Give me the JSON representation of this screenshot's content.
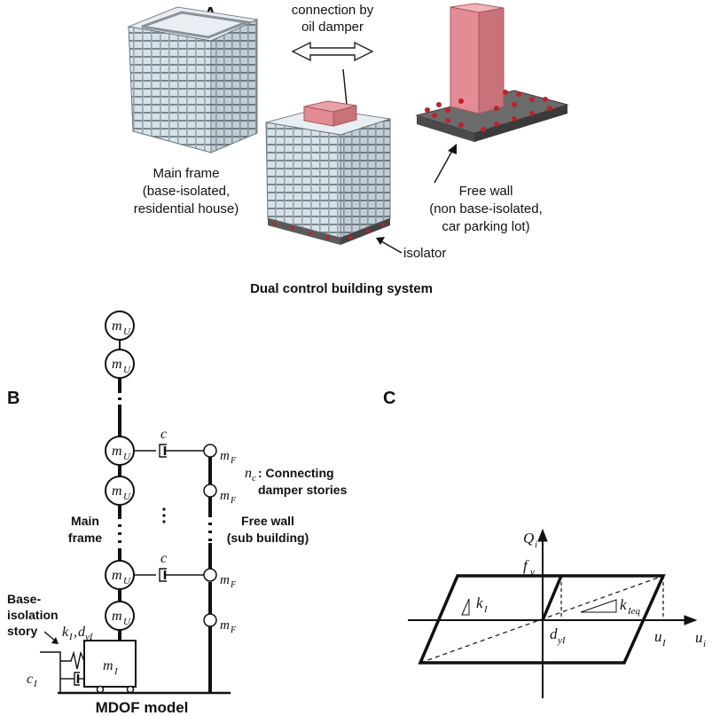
{
  "panels": {
    "a": "A",
    "b": "B",
    "c": "C"
  },
  "panel_a": {
    "connection_line1": "connection by",
    "connection_line2": "oil damper",
    "main_frame_line1": "Main frame",
    "main_frame_line2": "(base-isolated,",
    "main_frame_line3": "residential house)",
    "free_wall_line1": "Free wall",
    "free_wall_line2": "(non base-isolated,",
    "free_wall_line3": "car parking lot)",
    "isolator": "isolator",
    "caption": "Dual control building system"
  },
  "panel_b": {
    "m": "m",
    "sub_u": "U",
    "sub_f": "F",
    "sub_i": "I",
    "damper_c": "c",
    "nc": "n",
    "nc_sub": "c",
    "nc_text_line1": ": Connecting",
    "nc_text_line2": "damper stories",
    "main_frame_line1": "Main",
    "main_frame_line2": "frame",
    "free_wall_line1": "Free wall",
    "free_wall_line2": "(sub building)",
    "base_line1": "Base-",
    "base_line2": "isolation",
    "base_line3": "story",
    "k_label": "k",
    "k_sub": "I",
    "d_label": "d",
    "d_sub": "yI",
    "ci_label": "c",
    "ci_sub": "I",
    "caption": "MDOF model"
  },
  "panel_c": {
    "q": "Q",
    "q_sub": "i",
    "fy": "f",
    "fy_sub": "y",
    "ki": "k",
    "ki_sub": "I",
    "kieq": "k",
    "kieq_sub": "Ieq",
    "dyi": "d",
    "dyi_sub": "yI",
    "ui": "u",
    "ui_sub": "I",
    "uaxis": "u",
    "uaxis_sub": "i"
  },
  "colors": {
    "wall_pink": "#e48c93",
    "wall_dark": "#c8727a",
    "base_gray": "#555555",
    "isolator_red": "#c0202a",
    "glass": "#c8d8e4",
    "frame": "#8a8f94"
  }
}
